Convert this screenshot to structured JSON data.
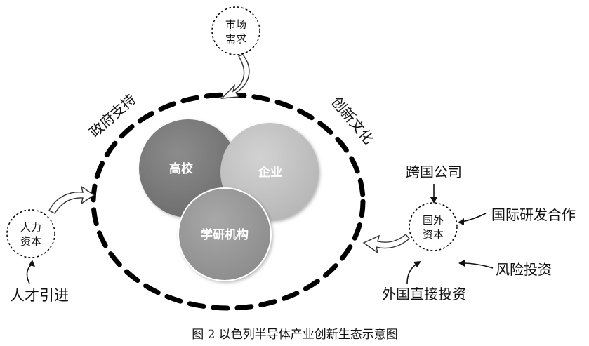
{
  "diagram": {
    "caption": "图 2  以色列半导体产业创新生态示意图",
    "core": {
      "university": "高校",
      "enterprise": "企业",
      "research_institute": "学研机构"
    },
    "ring_labels": {
      "government": "政府支持",
      "culture": "创新文化"
    },
    "market_demand": {
      "line1": "市场",
      "line2": "需求"
    },
    "human_capital": {
      "line1": "人力",
      "line2": "资本"
    },
    "foreign_capital": {
      "line1": "国外",
      "line2": "资本"
    },
    "talent": "人才引进",
    "multinational": "跨国公司",
    "intl_rd": "国际研发合作",
    "venture": "风险投资",
    "fdi": "外国直接投资"
  },
  "colors": {
    "university_fill": "#7b7b7b",
    "enterprise_fill": "#c4c4c4",
    "research_fill": "#9c9c9c",
    "ring_stroke": "#000000"
  }
}
